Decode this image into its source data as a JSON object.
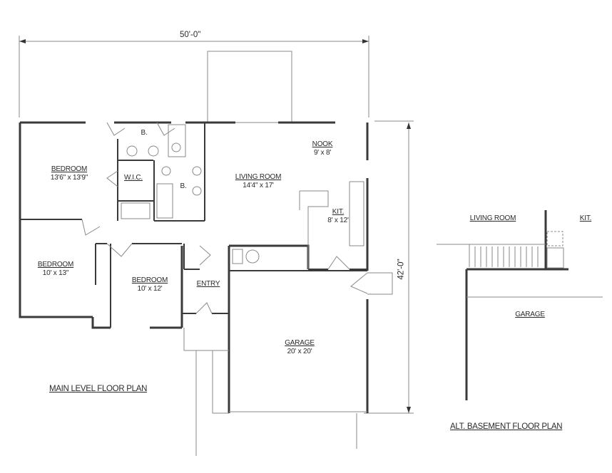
{
  "dimensions": {
    "width": "50'-0\"",
    "depth": "42'-0\""
  },
  "main_level": {
    "title": "MAIN LEVEL FLOOR PLAN",
    "rooms": [
      {
        "name": "BEDROOM",
        "size": "13'6\" x 13'9\""
      },
      {
        "name": "B.",
        "size": ""
      },
      {
        "name": "W.I.C.",
        "size": ""
      },
      {
        "name": "B.",
        "size": ""
      },
      {
        "name": "LIVING ROOM",
        "size": "14'4\" x  17'"
      },
      {
        "name": "NOOK",
        "size": "9' x 8'"
      },
      {
        "name": "KIT.",
        "size": "8' x 12'"
      },
      {
        "name": "BEDROOM",
        "size": "10' x 13\""
      },
      {
        "name": "BEDROOM",
        "size": "10' x 12'"
      },
      {
        "name": "ENTRY",
        "size": ""
      },
      {
        "name": "GARAGE",
        "size": "20' x 20'"
      }
    ]
  },
  "alt_basement": {
    "title": "ALT. BASEMENT FLOOR PLAN",
    "rooms": [
      {
        "name": "LIVING ROOM"
      },
      {
        "name": "KIT."
      },
      {
        "name": "GARAGE"
      }
    ]
  },
  "colors": {
    "wall": "#3a3a3a",
    "thin_line": "#8a8a8a",
    "background": "#ffffff"
  }
}
